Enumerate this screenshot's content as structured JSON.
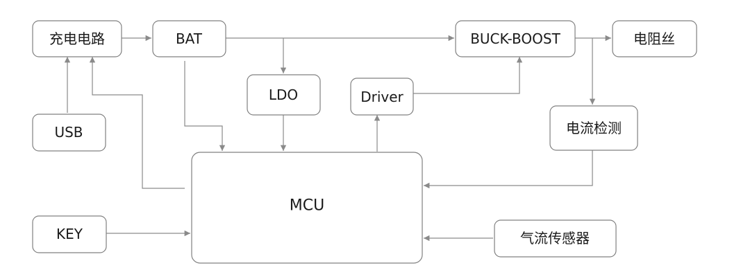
{
  "nodes": {
    "charger": "充电电路",
    "bat": "BAT",
    "buck_boost": "BUCK-BOOST",
    "heater": "电阻丝",
    "usb": "USB",
    "ldo": "LDO",
    "driver": "Driver",
    "current_sense": "电流检测",
    "mcu": "MCU",
    "key": "KEY",
    "airflow_sensor": "气流传感器"
  },
  "connections": [
    {
      "from": "charger",
      "to": "bat"
    },
    {
      "from": "bat",
      "to": "buck_boost"
    },
    {
      "from": "bat",
      "to": "ldo"
    },
    {
      "from": "bat",
      "to": "mcu"
    },
    {
      "from": "buck_boost",
      "to": "heater"
    },
    {
      "from": "buck_boost",
      "to": "current_sense"
    },
    {
      "from": "usb",
      "to": "charger"
    },
    {
      "from": "mcu",
      "to": "charger"
    },
    {
      "from": "ldo",
      "to": "mcu"
    },
    {
      "from": "mcu",
      "to": "driver"
    },
    {
      "from": "driver",
      "to": "buck_boost"
    },
    {
      "from": "current_sense",
      "to": "mcu"
    },
    {
      "from": "key",
      "to": "mcu"
    },
    {
      "from": "airflow_sensor",
      "to": "mcu"
    }
  ]
}
